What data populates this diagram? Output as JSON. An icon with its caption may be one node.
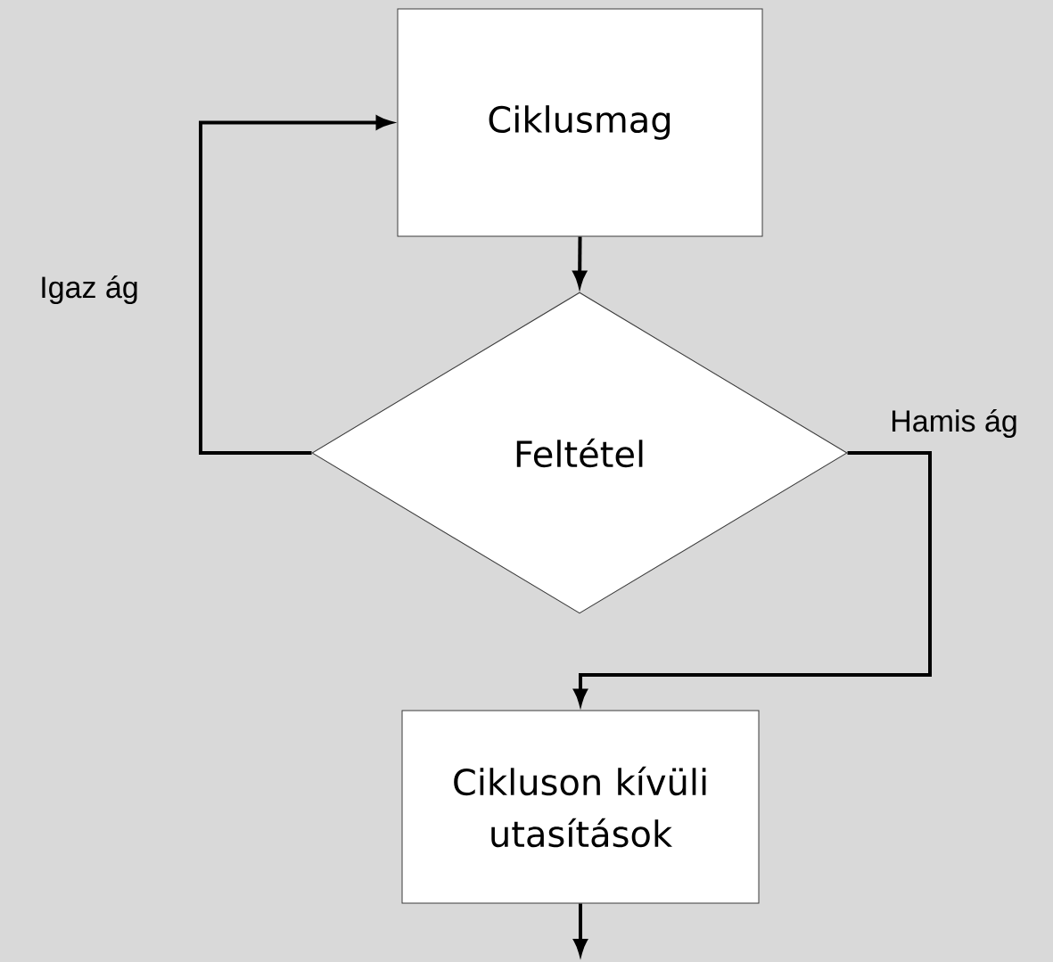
{
  "diagram": {
    "nodes": [
      {
        "text": [
          "Ciklusmag"
        ]
      },
      {
        "text": [
          "Feltétel"
        ]
      },
      {
        "text": [
          "Cikluson kívüli utasítások"
        ]
      }
    ],
    "edges": [
      {
        "from": 0,
        "to": 1,
        "arrow": "to"
      },
      {
        "from": 1,
        "to": 0,
        "arrow": "to",
        "label": "Igaz ág"
      },
      {
        "from": 1,
        "to": 2,
        "arrow": "to",
        "label": "Hamis ág"
      },
      {
        "from": 2,
        "to": null,
        "arrow": "to"
      }
    ]
  }
}
